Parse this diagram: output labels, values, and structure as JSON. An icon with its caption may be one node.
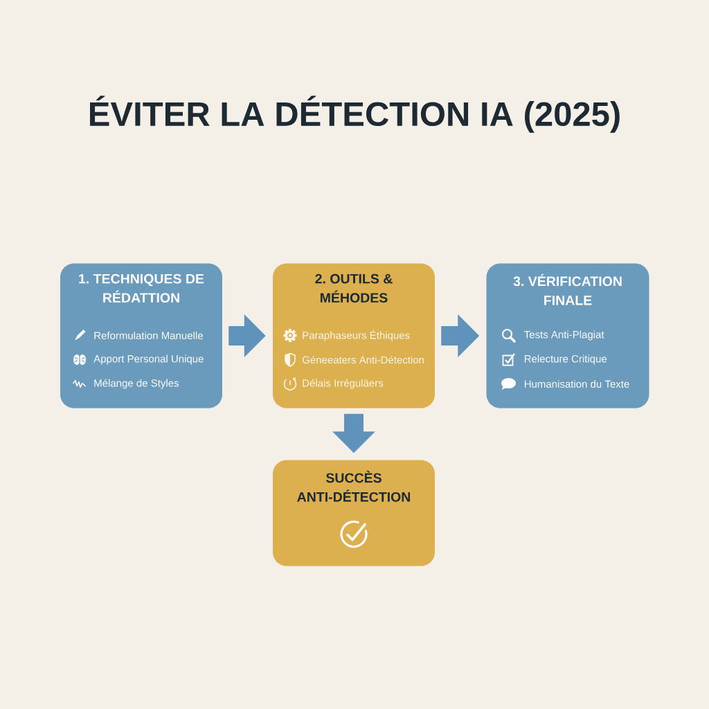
{
  "diagram": {
    "title": "ÉVITER LA DÉTECTION IA (2025)",
    "nodes": [
      {
        "text": [
          "1. TECHNIQUES DE RÉDATTION",
          "Reformulation Manuelle",
          "Apport Personal Unique",
          "Mélange de Styles"
        ]
      },
      {
        "text": [
          "2. OUTILS & MÉHODES",
          "Paraphaseurs Éthiques",
          "Géneeaters Anti-Détection",
          "Délais Irréguläers"
        ]
      },
      {
        "text": [
          "3. VÉRIFICATION FINALE",
          "Tests Anti-Plagiat",
          "Relecture Critique",
          "Humanisation du Texte"
        ]
      },
      {
        "text": [
          "SUCCÈS ANTI-DÉTECTION"
        ]
      }
    ],
    "edges": [
      {
        "from": 0,
        "to": 1,
        "arrow": "to"
      },
      {
        "from": 1,
        "to": 2,
        "arrow": "to"
      },
      {
        "from": 1,
        "to": 3,
        "arrow": "to"
      }
    ]
  }
}
